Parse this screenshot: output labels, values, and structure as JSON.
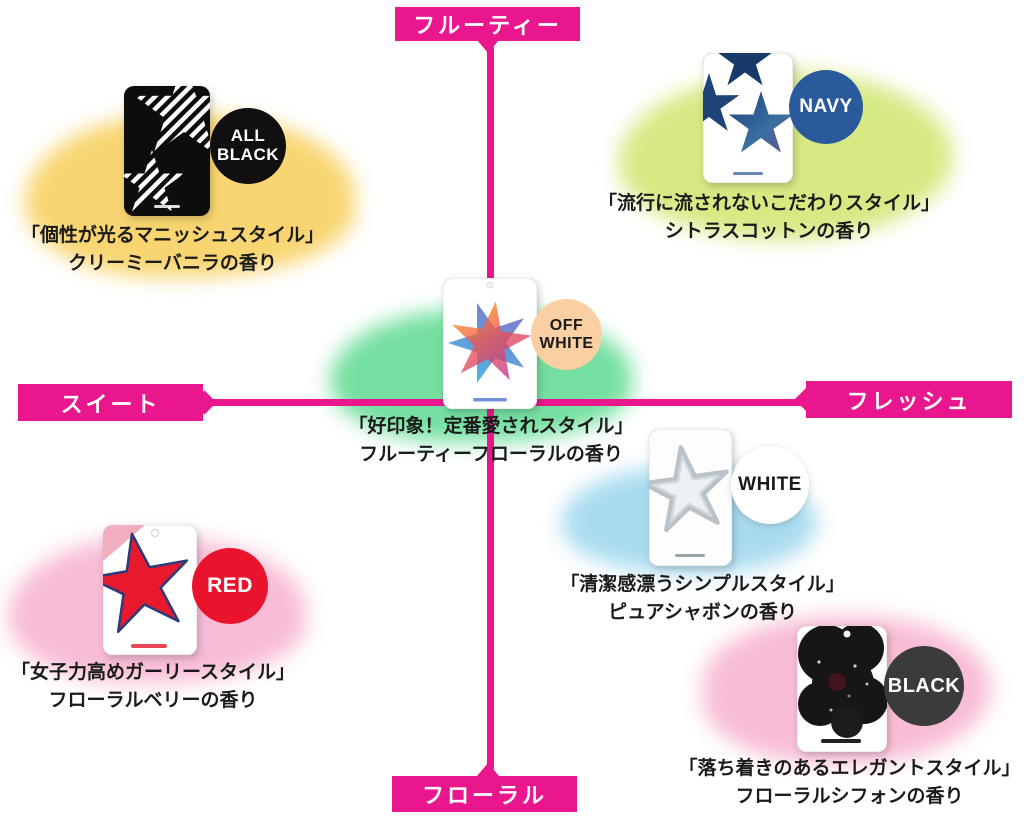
{
  "axes": {
    "accent_color": "#EA168E",
    "top_label": "フルーティー",
    "bottom_label": "フローラル",
    "left_label": "スイート",
    "right_label": "フレッシュ"
  },
  "products": [
    {
      "name": "ALL BLACK",
      "badge_lines": [
        "ALL",
        "BLACK"
      ],
      "badge_bg": "#101010",
      "badge_fg": "#ffffff",
      "blob_color": "#F8D369",
      "style_quote": "「個性が光るマニッシュスタイル」",
      "scent": "クリーミーバニラの香り"
    },
    {
      "name": "NAVY",
      "badge_lines": [
        "NAVY"
      ],
      "badge_bg": "#2B5A9C",
      "badge_fg": "#ffffff",
      "blob_color": "#D5E87D",
      "style_quote": "「流行に流されないこだわりスタイル」",
      "scent": "シトラスコットンの香り"
    },
    {
      "name": "OFF WHITE",
      "badge_lines": [
        "OFF",
        "WHITE"
      ],
      "badge_bg": "#FACFA3",
      "badge_fg": "#1a1a1a",
      "blob_color": "#6EDE9C",
      "style_quote": "「好印象！定番愛されスタイル」",
      "scent": "フルーティーフローラルの香り"
    },
    {
      "name": "WHITE",
      "badge_lines": [
        "WHITE"
      ],
      "badge_bg": "#FFFFFF",
      "badge_fg": "#1a1a1a",
      "blob_color": "#A5DAEF",
      "style_quote": "「清潔感漂うシンプルスタイル」",
      "scent": "ピュアシャボンの香り"
    },
    {
      "name": "RED",
      "badge_lines": [
        "RED"
      ],
      "badge_bg": "#E9132E",
      "badge_fg": "#ffffff",
      "blob_color": "#F8B9D4",
      "style_quote": "「女子力高めガーリースタイル」",
      "scent": "フローラルベリーの香り"
    },
    {
      "name": "BLACK",
      "badge_lines": [
        "BLACK"
      ],
      "badge_bg": "#3B3B3B",
      "badge_fg": "#ffffff",
      "blob_color": "#F8B9D4",
      "style_quote": "「落ち着きのあるエレガントスタイル」",
      "scent": "フローラルシフォンの香り"
    }
  ]
}
